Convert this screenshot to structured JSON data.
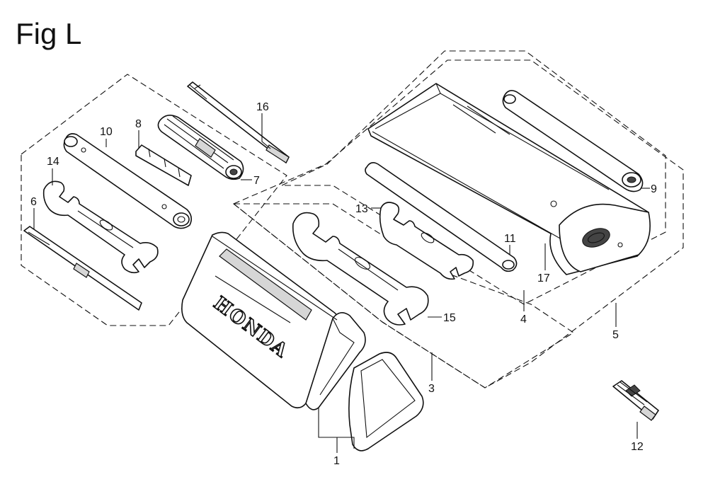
{
  "figure": {
    "title": "Fig L"
  },
  "brand_print": "HONDA",
  "callouts": [
    "16",
    "8",
    "10",
    "14",
    "6",
    "7",
    "9",
    "13",
    "11",
    "17",
    "4",
    "15",
    "5",
    "3",
    "1",
    "12"
  ]
}
